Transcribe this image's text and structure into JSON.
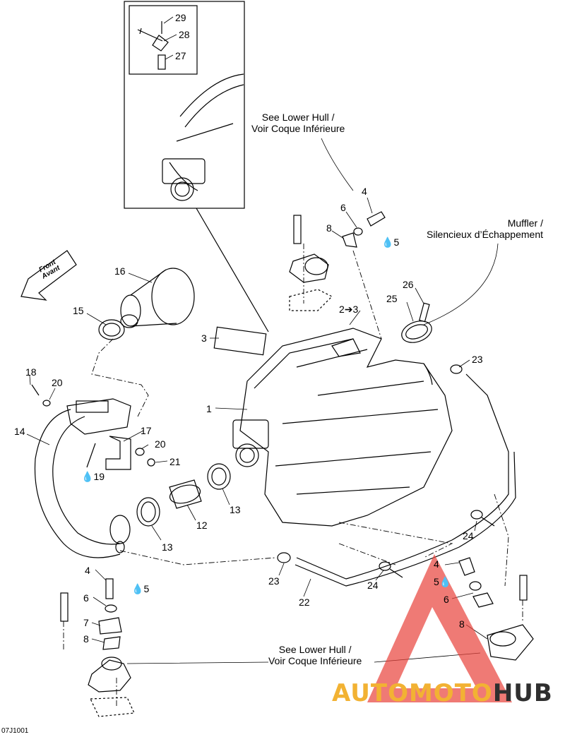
{
  "callouts": [
    {
      "id": "c29",
      "text": "29"
    },
    {
      "id": "c28",
      "text": "28"
    },
    {
      "id": "c27",
      "text": "27"
    },
    {
      "id": "c4a",
      "text": "4"
    },
    {
      "id": "c6a",
      "text": "6"
    },
    {
      "id": "c8a",
      "text": "8"
    },
    {
      "id": "c5a",
      "text": "5"
    },
    {
      "id": "c16",
      "text": "16"
    },
    {
      "id": "c15",
      "text": "15"
    },
    {
      "id": "c2to3",
      "text": "2➔3"
    },
    {
      "id": "c26",
      "text": "26"
    },
    {
      "id": "c25",
      "text": "25"
    },
    {
      "id": "c3",
      "text": "3"
    },
    {
      "id": "c23a",
      "text": "23"
    },
    {
      "id": "c18",
      "text": "18"
    },
    {
      "id": "c20a",
      "text": "20"
    },
    {
      "id": "c1",
      "text": "1"
    },
    {
      "id": "c14",
      "text": "14"
    },
    {
      "id": "c17",
      "text": "17"
    },
    {
      "id": "c20b",
      "text": "20"
    },
    {
      "id": "c21",
      "text": "21"
    },
    {
      "id": "c19",
      "text": "19"
    },
    {
      "id": "c13a",
      "text": "13"
    },
    {
      "id": "c12",
      "text": "12"
    },
    {
      "id": "c13b",
      "text": "13"
    },
    {
      "id": "c24a",
      "text": "24"
    },
    {
      "id": "c24b",
      "text": "24"
    },
    {
      "id": "c23b",
      "text": "23"
    },
    {
      "id": "c22",
      "text": "22"
    },
    {
      "id": "c4b",
      "text": "4"
    },
    {
      "id": "c6b",
      "text": "6"
    },
    {
      "id": "c7",
      "text": "7"
    },
    {
      "id": "c8b",
      "text": "8"
    },
    {
      "id": "c5b",
      "text": "5"
    },
    {
      "id": "c4c",
      "text": "4"
    },
    {
      "id": "c5c",
      "text": "5"
    },
    {
      "id": "c6c",
      "text": "6"
    },
    {
      "id": "c8c",
      "text": "8"
    }
  ],
  "notes": {
    "lower_hull_top": "See Lower Hull /\nVoir Coque Inférieure",
    "muffler": "Muffler /\nSilencieux d’Échappement",
    "lower_hull_bottom": "See Lower Hull /\nVoir Coque Inférieure",
    "front": "Front\nAvant"
  },
  "figure_code": "07J1001",
  "watermark": {
    "part1": "AUTOMOTO",
    "part2": "HUB",
    "accent": "#f2b233",
    "dark": "#2f2f2f",
    "logo_color": "#e8423a"
  }
}
